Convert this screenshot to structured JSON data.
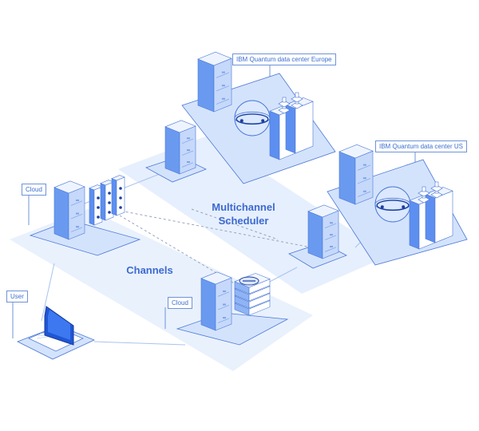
{
  "labels": {
    "europe": "IBM Quantum data center Europe",
    "us": "IBM Quantum data center US",
    "cloud_left": "Cloud",
    "cloud_bottom": "Cloud",
    "user": "User",
    "scheduler_line1": "Multichannel",
    "scheduler_line2": "Scheduler",
    "channels": "Channels"
  },
  "colors": {
    "region": "#e6effd",
    "line": "#a9c3ef",
    "dashed": "#97a4bd",
    "server_front": "#6a9af0",
    "server_side": "#c6d9fb",
    "server_top": "#eef4ff",
    "label_border": "#6f93d8",
    "label_text": "#3d6fd0"
  }
}
